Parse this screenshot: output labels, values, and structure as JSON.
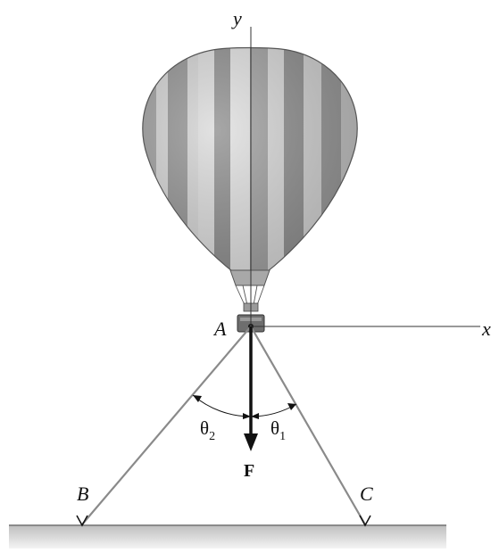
{
  "labels": {
    "axis_y": "y",
    "axis_x": "x",
    "point_a": "A",
    "point_b": "B",
    "point_c": "C",
    "theta2_symbol": "θ",
    "theta2_sub": "2",
    "theta1_symbol": "θ",
    "theta1_sub": "1",
    "force": "F"
  },
  "colors": {
    "balloon_light": "#d9d9d9",
    "balloon_dark": "#8c8c8c",
    "balloon_mid": "#b3b3b3",
    "rope": "#8a8a8a",
    "ground": "#c8c8c8",
    "force_arrow": "#111111"
  }
}
